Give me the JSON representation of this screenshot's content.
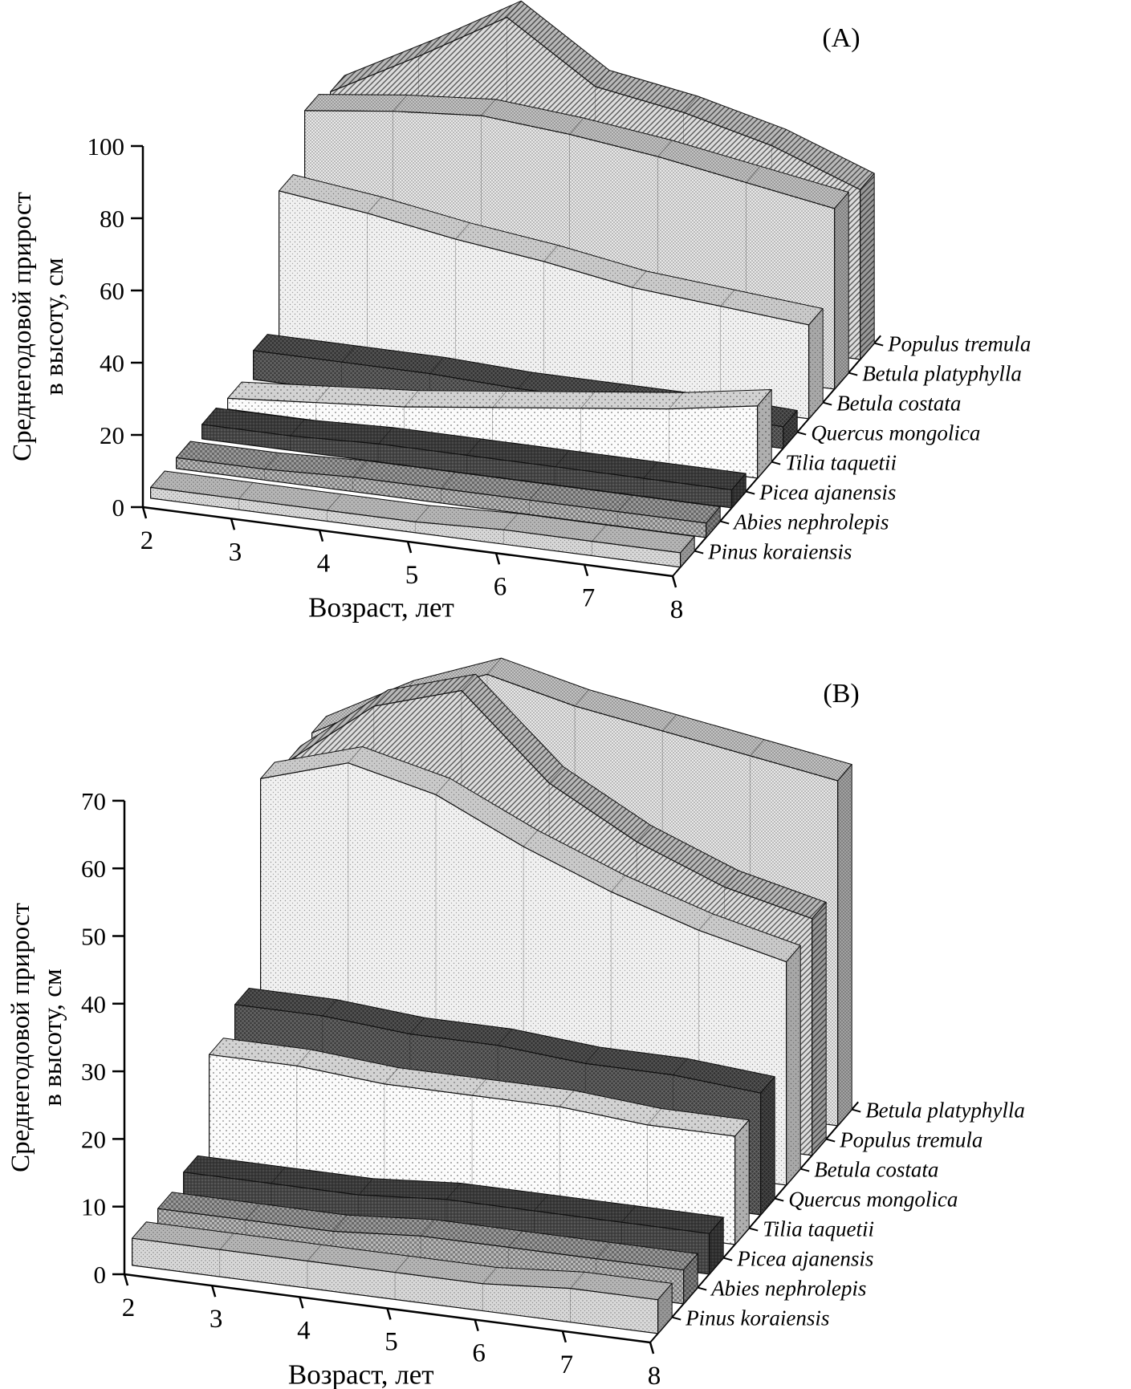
{
  "figure": {
    "background": "#ffffff",
    "axis_color": "#000000",
    "panel_labels": [
      "(A)",
      "(B)"
    ]
  },
  "chart_data": [
    {
      "type": "3d-ribbon-bar",
      "panel_label": "(A)",
      "xlabel": "Возраст, лет",
      "ylabel": "Среднегодовой прирост в высоту, см",
      "ylabel_lines": [
        "Среднегодовой прирост",
        "в высоту, см"
      ],
      "x": [
        2,
        3,
        4,
        5,
        6,
        7,
        8
      ],
      "ylim": [
        0,
        100
      ],
      "yticks": [
        0,
        20,
        40,
        60,
        80,
        100
      ],
      "grid": false,
      "legend_position": "right-depth-axis",
      "series_order": "back-to-front",
      "series": [
        {
          "name": "Populus tremula",
          "pattern": "diagonal-hatch",
          "values": [
            55,
            68,
            82,
            66,
            62,
            56,
            47
          ]
        },
        {
          "name": "Betula platyphylla",
          "pattern": "fine-dots",
          "values": [
            58,
            61,
            63,
            61,
            58,
            54,
            50
          ]
        },
        {
          "name": "Betula costata",
          "pattern": "light-stipple",
          "values": [
            44,
            41,
            37,
            34,
            30,
            28,
            26
          ]
        },
        {
          "name": "Quercus mongolica",
          "pattern": "dark-crosshatch",
          "values": [
            8,
            8,
            8,
            7,
            7,
            7,
            6
          ]
        },
        {
          "name": "Tilia taquetii",
          "pattern": "white-dots",
          "values": [
            3,
            5,
            7,
            10,
            13,
            16,
            20
          ]
        },
        {
          "name": "Picea ajanensis",
          "pattern": "dark-fine-grid",
          "values": [
            4,
            4,
            5,
            5,
            5,
            5,
            5
          ]
        },
        {
          "name": "Abies nephrolepis",
          "pattern": "medium-checker",
          "values": [
            3,
            3,
            4,
            4,
            4,
            4,
            4
          ]
        },
        {
          "name": "Pinus koraiensis",
          "pattern": "gray-stipple",
          "values": [
            3,
            3,
            3,
            3,
            4,
            4,
            4
          ]
        }
      ]
    },
    {
      "type": "3d-ribbon-bar",
      "panel_label": "(B)",
      "xlabel": "Возраст, лет",
      "ylabel": "Среднегодовой прирост в высоту, см",
      "ylabel_lines": [
        "Среднегодовой прирост",
        "в высоту, см"
      ],
      "x": [
        2,
        3,
        4,
        5,
        6,
        7,
        8
      ],
      "ylim": [
        0,
        70
      ],
      "yticks": [
        0,
        10,
        20,
        30,
        40,
        50,
        60,
        70
      ],
      "grid": false,
      "legend_position": "right-depth-axis",
      "series_order": "back-to-front",
      "series": [
        {
          "name": "Betula platyphylla",
          "pattern": "fine-dots",
          "values": [
            48,
            55,
            60,
            57,
            55,
            53,
            51
          ]
        },
        {
          "name": "Populus tremula",
          "pattern": "diagonal-hatch",
          "values": [
            48,
            58,
            62,
            50,
            43,
            38,
            35
          ]
        },
        {
          "name": "Betula costata",
          "pattern": "light-stipple",
          "values": [
            50,
            54,
            51,
            45,
            40,
            36,
            33
          ]
        },
        {
          "name": "Quercus mongolica",
          "pattern": "dark-crosshatch",
          "values": [
            21,
            21,
            20,
            20,
            19,
            19,
            18
          ]
        },
        {
          "name": "Tilia taquetii",
          "pattern": "white-dots",
          "values": [
            18,
            18,
            17,
            17,
            17,
            16,
            16
          ]
        },
        {
          "name": "Picea ajanensis",
          "pattern": "dark-fine-grid",
          "values": [
            5,
            5,
            5,
            6,
            6,
            6,
            6
          ]
        },
        {
          "name": "Abies nephrolepis",
          "pattern": "medium-checker",
          "values": [
            4,
            4,
            4,
            5,
            5,
            5,
            5
          ]
        },
        {
          "name": "Pinus koraiensis",
          "pattern": "gray-stipple",
          "values": [
            4,
            4,
            4,
            4,
            4,
            5,
            5
          ]
        }
      ]
    }
  ]
}
